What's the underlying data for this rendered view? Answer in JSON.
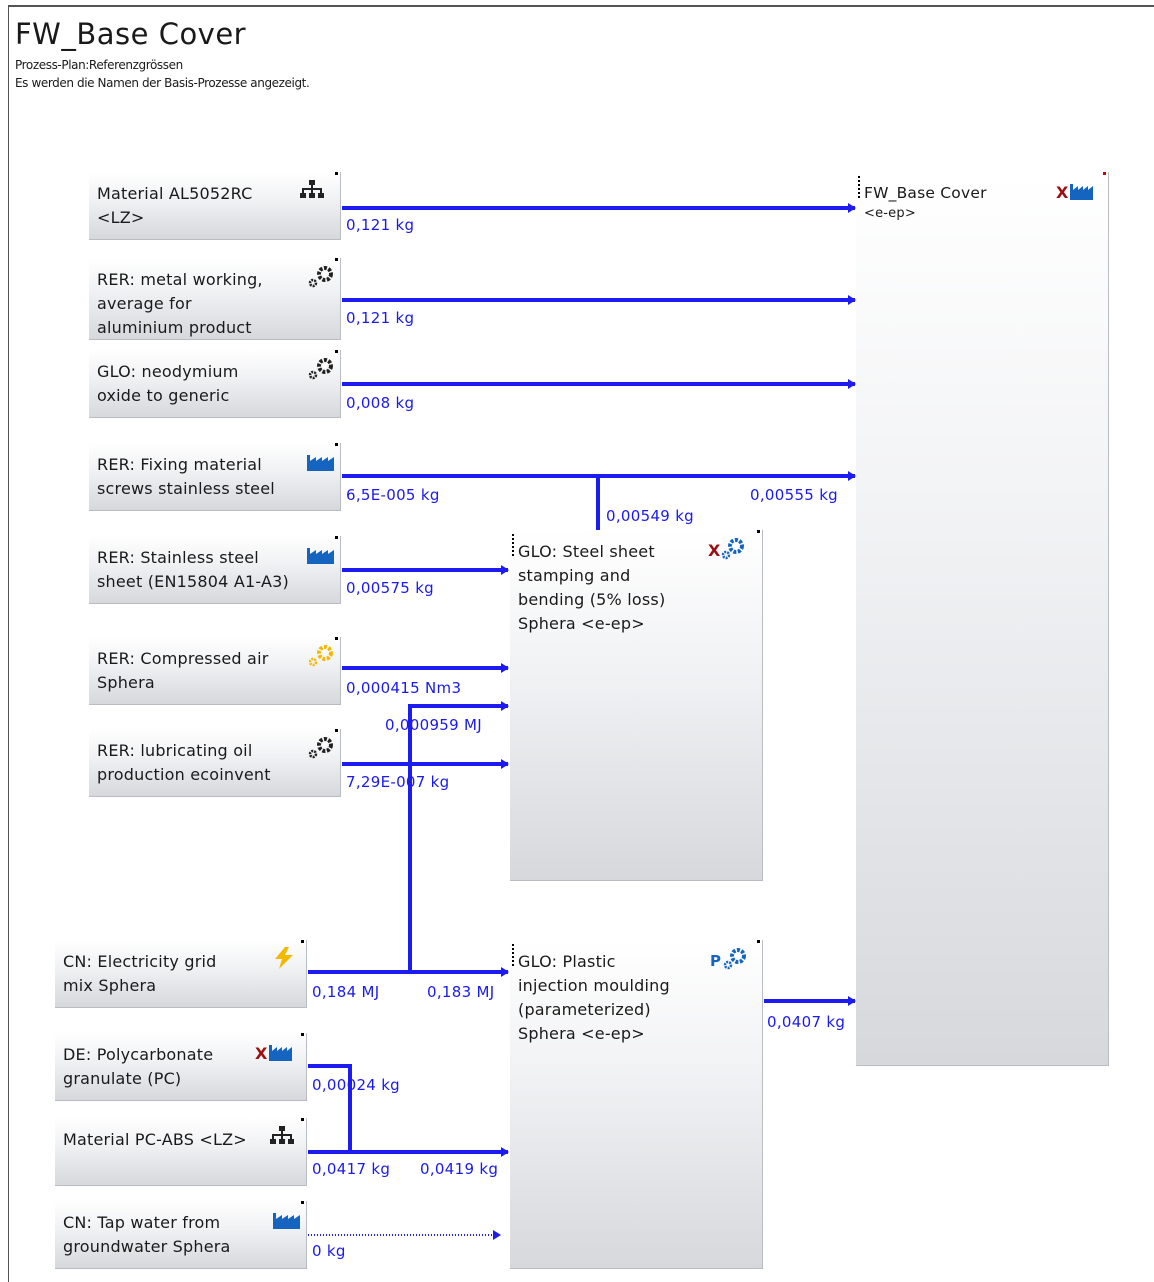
{
  "header": {
    "title": "FW_Base Cover",
    "subtitle1": "Prozess-Plan:Referenzgrössen",
    "subtitle2": "Es werden die Namen der Basis-Prozesse angezeigt."
  },
  "colors": {
    "flow": "#1c1cf0",
    "box_border": "#b9bcc2",
    "icon_blue": "#1565c0",
    "icon_red": "#9b1111",
    "icon_yellow": "#f5b800"
  },
  "processes": {
    "al5052": {
      "label_l1": "Material AL5052RC",
      "label_l2": "<LZ>",
      "icon": "hierarchy-icon"
    },
    "metalworking": {
      "label_l1": "RER: metal working,",
      "label_l2": "average for",
      "label_l3": "aluminium product",
      "icon": "gears-icon"
    },
    "neodymium": {
      "label_l1": "GLO: neodymium",
      "label_l2": "oxide to generic",
      "icon": "gears-icon"
    },
    "fixing": {
      "label_l1": "RER: Fixing material",
      "label_l2": "screws stainless steel",
      "icon": "factory-icon"
    },
    "stainless": {
      "label_l1": "RER: Stainless steel",
      "label_l2": "sheet (EN15804 A1-A3)",
      "icon": "factory-icon"
    },
    "compressed": {
      "label_l1": "RER: Compressed air",
      "label_l2": "Sphera",
      "icon": "gears-yellow-icon"
    },
    "lubricating": {
      "label_l1": "RER: lubricating oil",
      "label_l2": "production ecoinvent",
      "icon": "gears-icon"
    },
    "electricity": {
      "label_l1": "CN: Electricity grid",
      "label_l2": "mix Sphera",
      "icon": "lightning-icon"
    },
    "polycarbonate": {
      "label_l1": "DE: Polycarbonate",
      "label_l2": "granulate (PC)",
      "icon": "x-factory-icon"
    },
    "pcabs": {
      "label_l1": "Material PC-ABS <LZ>",
      "icon": "hierarchy-icon"
    },
    "tapwater": {
      "label_l1": "CN: Tap water from",
      "label_l2": "groundwater Sphera",
      "icon": "factory-icon"
    },
    "steelsheet": {
      "label_l1": "GLO: Steel sheet",
      "label_l2": "stamping and",
      "label_l3": "bending (5% loss)",
      "label_l4": "Sphera <e-ep>",
      "icon": "x-gears-icon"
    },
    "moulding": {
      "label_l1": "GLO: Plastic",
      "label_l2": "injection moulding",
      "label_l3": "(parameterized)",
      "label_l4": "Sphera <e-ep>",
      "icon": "p-gears-icon"
    },
    "basecover": {
      "label_l1": "FW_Base Cover",
      "label_l2": "<e-ep>",
      "icon": "x-factory-icon"
    }
  },
  "flows": {
    "al5052": "0,121 kg",
    "metalworking": "0,121 kg",
    "neodymium": "0,008 kg",
    "fixing_out": "6,5E-005 kg",
    "fixing_to_cover": "0,00555 kg",
    "cover_to_sheet": "0,00549 kg",
    "stainless": "0,00575 kg",
    "compressed": "0,000415 Nm3",
    "elec_to_sheet": "0,000959 MJ",
    "lubricating": "7,29E-007 kg",
    "electricity_out": "0,184 MJ",
    "elec_to_moulding": "0,183 MJ",
    "moulding_out": "0,0407 kg",
    "polycarbonate": "0,00024 kg",
    "pcabs_out": "0,0417 kg",
    "to_moulding": "0,0419 kg",
    "tapwater": "0 kg"
  }
}
